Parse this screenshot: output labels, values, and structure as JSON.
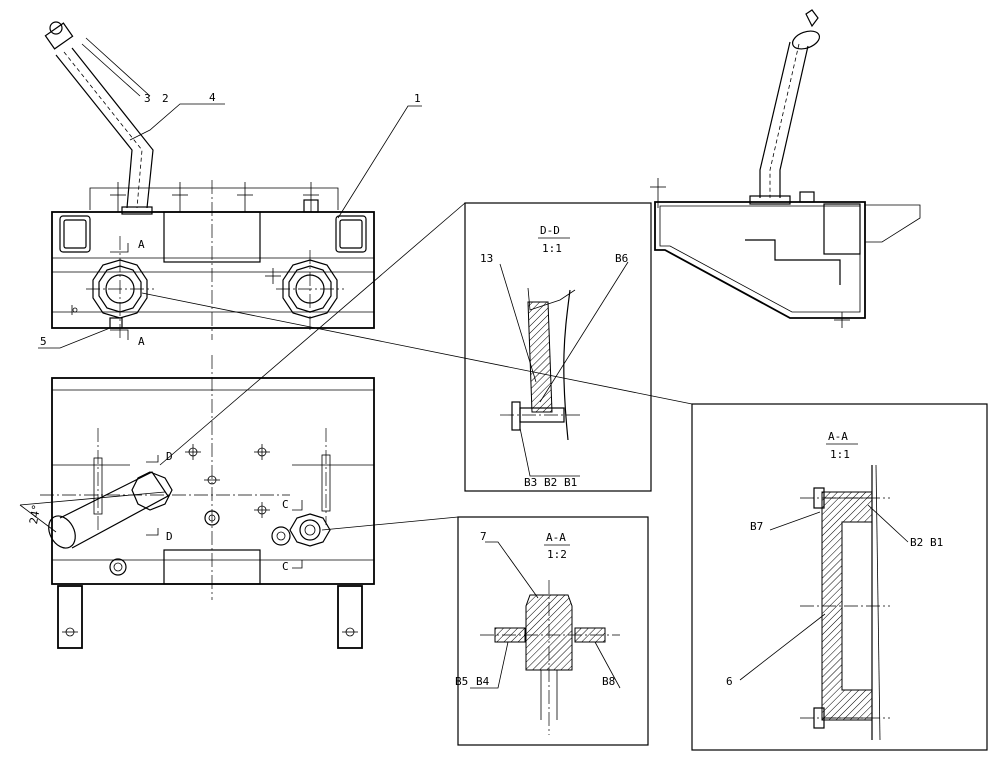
{
  "labels": {
    "p1": "1",
    "p2": "2",
    "p3": "3",
    "p4": "4",
    "p5": "5",
    "p6": "6",
    "p7": "7",
    "p13": "13",
    "secA_top": "A",
    "secA_bot": "A",
    "secD_top": "D",
    "secD_bot": "D",
    "secC_top": "C",
    "secC_bot": "C",
    "angle": "24°",
    "b1_dd": "B1",
    "b2_dd": "B2",
    "b3_dd": "B3",
    "b6_dd": "B6",
    "b4_aa": "B4",
    "b5_aa": "B5",
    "b8_aa": "B8",
    "b1_aa2": "B1",
    "b2_aa2": "B2",
    "b7_aa2": "B7"
  },
  "detail_dd": {
    "name": "D-D",
    "scale": "1:1"
  },
  "detail_aa_small": {
    "name": "A-A",
    "scale": "1:2"
  },
  "detail_aa_large": {
    "name": "A-A",
    "scale": "1:1"
  }
}
